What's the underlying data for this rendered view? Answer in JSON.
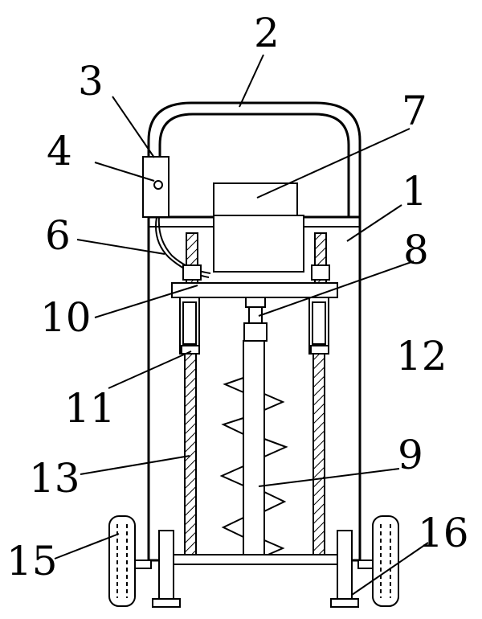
{
  "labels": {
    "l1": "1",
    "l2": "2",
    "l3": "3",
    "l4": "4",
    "l6": "6",
    "l7": "7",
    "l8": "8",
    "l9": "9",
    "l10": "10",
    "l11": "11",
    "l12": "12",
    "l13": "13",
    "l15": "15",
    "l16": "16"
  }
}
